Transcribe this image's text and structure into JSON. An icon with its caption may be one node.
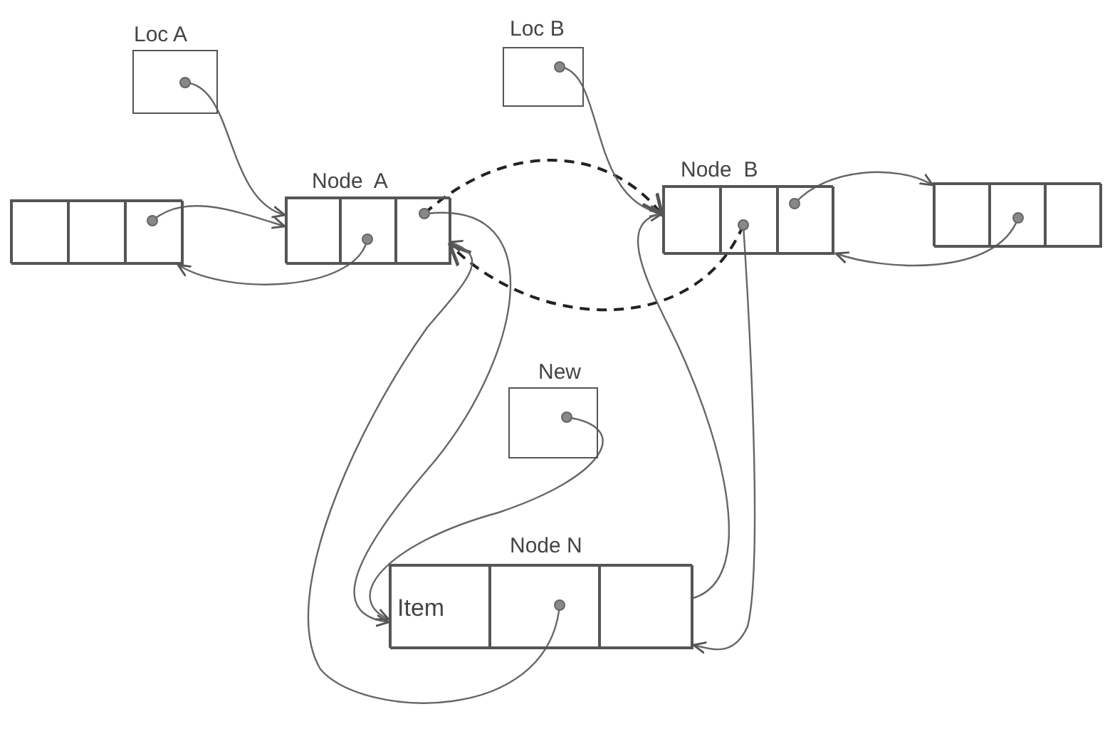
{
  "diagram": {
    "nodes": [
      {
        "text": [
          "Loc A"
        ]
      },
      {
        "text": [
          "Loc B"
        ]
      },
      {
        "text": [],
        "shape": "box"
      },
      {
        "text": [],
        "shape": "box",
        "in": 2
      },
      {
        "text": [],
        "shape": "box",
        "in": 2
      },
      {
        "text": [],
        "shape": "box",
        "in": 2
      },
      {
        "text": [
          "Node  A"
        ]
      },
      {
        "text": [],
        "shape": "box",
        "in": 6
      },
      {
        "text": [],
        "shape": "box",
        "in": 6
      },
      {
        "text": [],
        "shape": "box",
        "in": 6
      },
      {
        "text": [
          "Node  B"
        ]
      },
      {
        "text": [],
        "shape": "box",
        "in": 10
      },
      {
        "text": [],
        "shape": "box",
        "in": 10
      },
      {
        "text": [],
        "shape": "box",
        "in": 10
      },
      {
        "text": [],
        "shape": "box"
      },
      {
        "text": [],
        "shape": "box",
        "in": 14
      },
      {
        "text": [],
        "shape": "box",
        "in": 14
      },
      {
        "text": [],
        "shape": "box",
        "in": 14
      },
      {
        "text": [
          "New"
        ]
      },
      {
        "text": [
          "Node N"
        ]
      },
      {
        "text": [
          "Item"
        ],
        "in": 19
      },
      {
        "text": [],
        "shape": "box",
        "in": 19
      },
      {
        "text": [],
        "shape": "box",
        "in": 19
      }
    ],
    "edges": [
      {
        "from": 0,
        "to": 6,
        "arrow": "to"
      },
      {
        "from": 5,
        "to": 6,
        "arrow": "to"
      },
      {
        "from": 8,
        "to": 2,
        "arrow": "to"
      },
      {
        "from": 9,
        "to": 10,
        "arrow": "to",
        "style": "dashed"
      },
      {
        "from": 12,
        "to": 6,
        "arrow": "to",
        "style": "dashed"
      },
      {
        "from": 1,
        "to": 10,
        "arrow": "to"
      },
      {
        "from": 9,
        "to": 20,
        "arrow": "to"
      },
      {
        "from": 18,
        "to": 20,
        "arrow": "to"
      },
      {
        "from": 21,
        "to": 6,
        "arrow": "to"
      },
      {
        "from": 22,
        "to": 10,
        "arrow": "to"
      },
      {
        "from": 12,
        "to": 19,
        "arrow": "to"
      },
      {
        "from": 13,
        "to": 14,
        "arrow": "to"
      },
      {
        "from": 16,
        "to": 10,
        "arrow": "to"
      }
    ]
  }
}
